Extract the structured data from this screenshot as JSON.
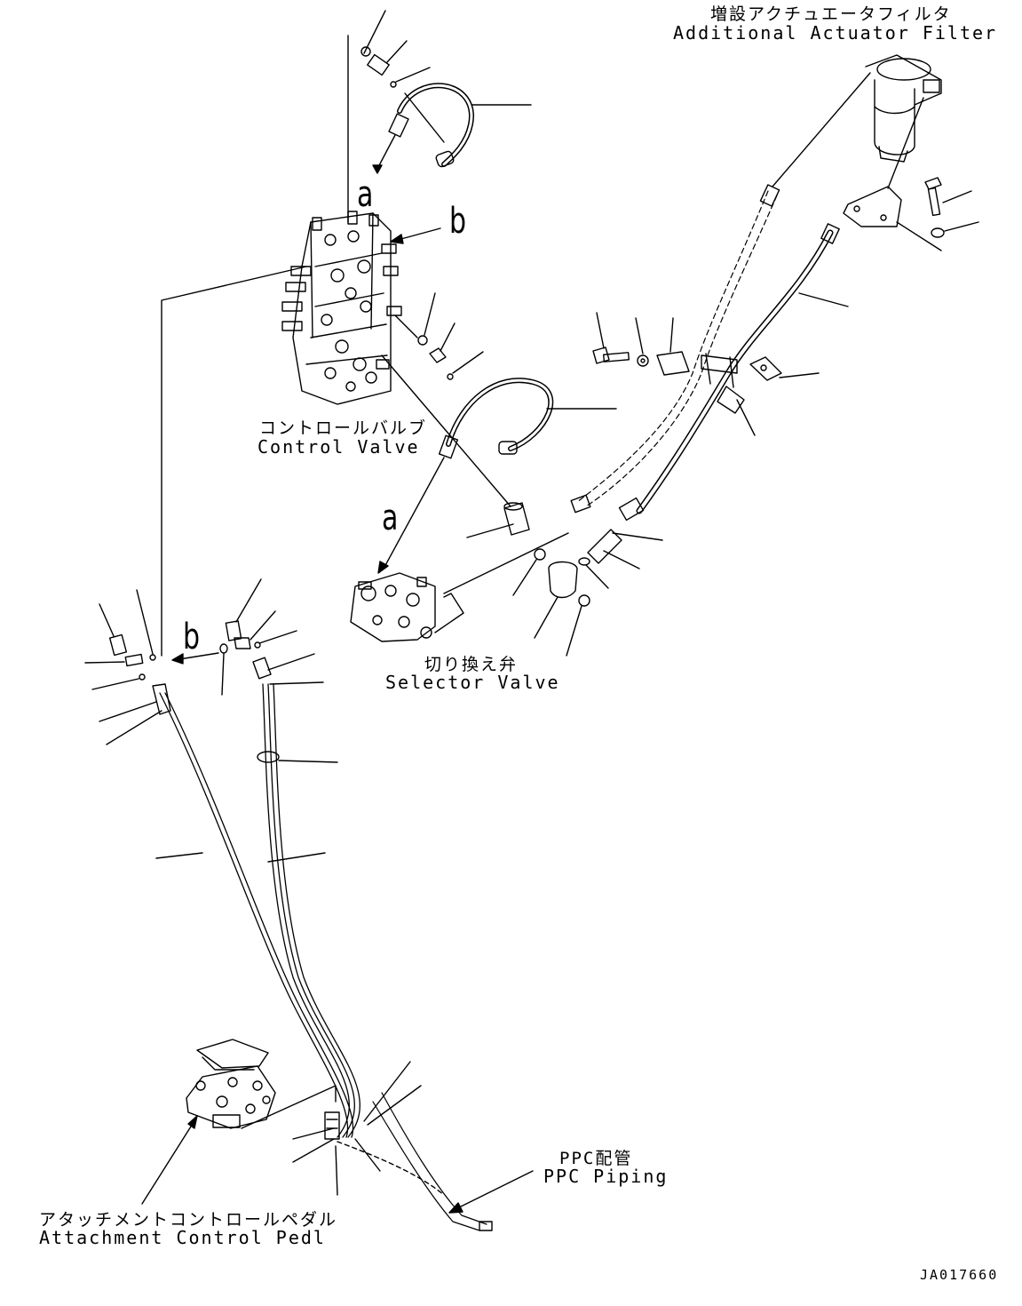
{
  "labels": {
    "filter_jp": "増設アクチュエータフィルタ",
    "filter_en": "Additional Actuator Filter",
    "control_valve_jp": "コントロールバルブ",
    "control_valve_en": "Control Valve",
    "selector_valve_jp": "切り換え弁",
    "selector_valve_en": "Selector Valve",
    "ppc_jp": "PPC配管",
    "ppc_en": "PPC Piping",
    "pedal_jp": "アタッチメントコントロールペダル",
    "pedal_en": "Attachment Control Pedl"
  },
  "markers": {
    "a_top": "a",
    "b_top": "b",
    "a_mid": "a",
    "b_left": "b"
  },
  "drawing_code": "JA017660"
}
